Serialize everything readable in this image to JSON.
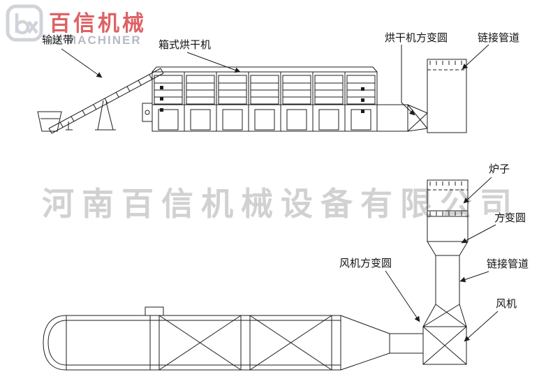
{
  "watermark": {
    "company": "河南百信机械设备有限公司"
  },
  "logo": {
    "brand": "百信机械",
    "subtitle": "N MACHINER"
  },
  "labels": {
    "conveyor": "输送带",
    "box_dryer": "箱式烘干机",
    "dryer_transition": "烘干机方变圆",
    "pipe_top": "链接管道",
    "furnace": "炉子",
    "square_round": "方变圆",
    "pipe_right": "链接管道",
    "fan_transition": "风机方变圆",
    "fan": "风机"
  },
  "colors": {
    "line": "#1c1c1c",
    "label_text": "#111111",
    "watermark_gray": "#c6c6c6",
    "brand_red": "#d2262a",
    "logo_gray": "#bfc4cc"
  }
}
